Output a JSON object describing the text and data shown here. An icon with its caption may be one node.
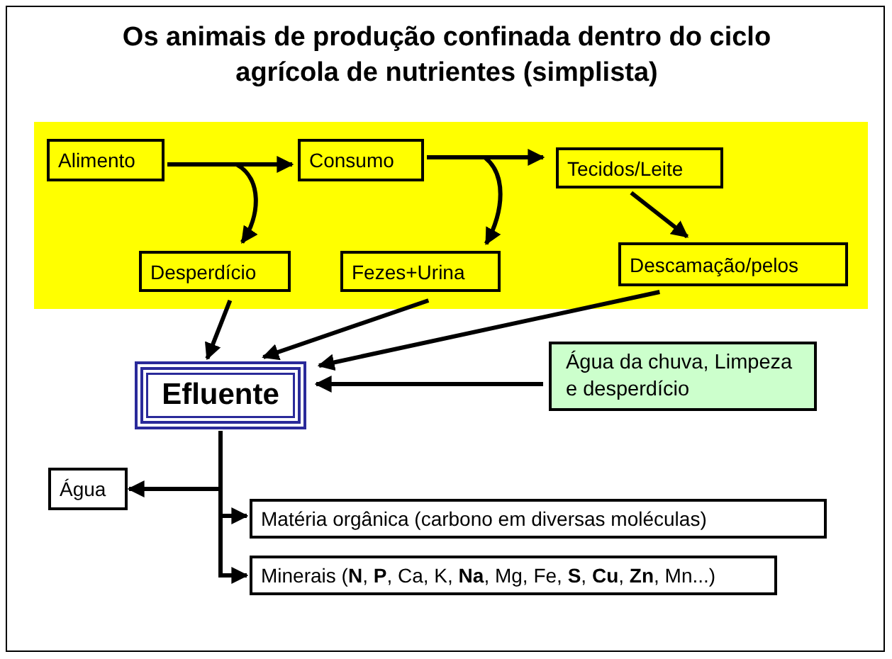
{
  "diagram": {
    "title": "Os animais de produção confinada dentro do ciclo agrícola de nutrientes (simplista)",
    "nodes": [
      {
        "text": [
          "Alimento"
        ]
      },
      {
        "text": [
          "Consumo"
        ]
      },
      {
        "text": [
          "Tecidos/Leite"
        ]
      },
      {
        "text": [
          "Desperdício"
        ]
      },
      {
        "text": [
          "Fezes+Urina"
        ]
      },
      {
        "text": [
          "Descamação/pelos"
        ]
      },
      {
        "text": [
          "Efluente"
        ]
      },
      {
        "text": [
          "Água da chuva, Limpeza e desperdício"
        ]
      },
      {
        "text": [
          "Água"
        ]
      },
      {
        "text": [
          "Matéria orgânica (carbono em diversas moléculas)"
        ]
      },
      {
        "text": [
          "Minerais (**N**, **P**, Ca, K, **Na**, Mg, Fe, **S**, **Cu**, **Zn**, Mn...)"
        ]
      }
    ],
    "edges": [
      {
        "from": 0,
        "to": 1,
        "arrow": "to"
      },
      {
        "from": 0,
        "to": 3,
        "arrow": "to"
      },
      {
        "from": 1,
        "to": 2,
        "arrow": "to"
      },
      {
        "from": 1,
        "to": 4,
        "arrow": "to"
      },
      {
        "from": 2,
        "to": 5,
        "arrow": "to"
      },
      {
        "from": 3,
        "to": 6,
        "arrow": "to"
      },
      {
        "from": 4,
        "to": 6,
        "arrow": "to"
      },
      {
        "from": 5,
        "to": 6,
        "arrow": "to"
      },
      {
        "from": 7,
        "to": 6,
        "arrow": "to"
      },
      {
        "from": 6,
        "to": 8,
        "arrow": "to"
      },
      {
        "from": 6,
        "to": 9,
        "arrow": "to"
      },
      {
        "from": 6,
        "to": 10,
        "arrow": "to"
      }
    ]
  }
}
